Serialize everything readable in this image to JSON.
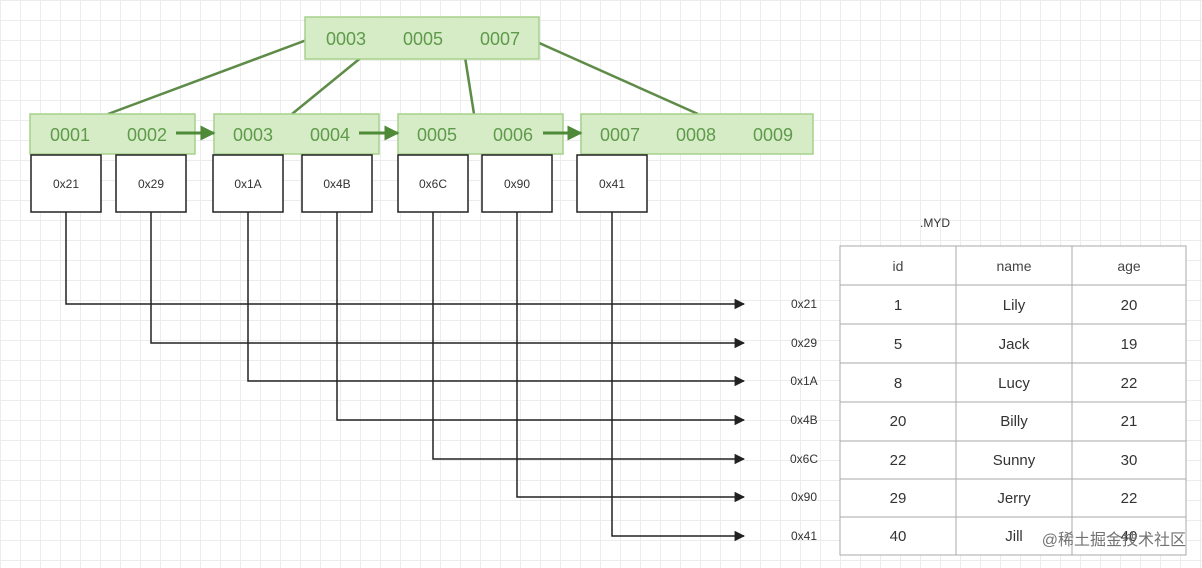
{
  "root_node": {
    "keys": [
      "0003",
      "0005",
      "0007"
    ]
  },
  "leaf_nodes": [
    {
      "keys": [
        "0001",
        "0002"
      ],
      "pointers": [
        "0x21",
        "0x29"
      ]
    },
    {
      "keys": [
        "0003",
        "0004"
      ],
      "pointers": [
        "0x1A",
        "0x4B"
      ]
    },
    {
      "keys": [
        "0005",
        "0006"
      ],
      "pointers": [
        "0x6C",
        "0x90"
      ]
    },
    {
      "keys": [
        "0007",
        "0008",
        "0009"
      ],
      "pointers": [
        "0x41"
      ]
    }
  ],
  "row_addresses": [
    "0x21",
    "0x29",
    "0x1A",
    "0x4B",
    "0x6C",
    "0x90",
    "0x41"
  ],
  "data_file_label": ".MYD",
  "table": {
    "columns": [
      "id",
      "name",
      "age"
    ],
    "rows": [
      [
        "1",
        "Lily",
        "20"
      ],
      [
        "5",
        "Jack",
        "19"
      ],
      [
        "8",
        "Lucy",
        "22"
      ],
      [
        "20",
        "Billy",
        "21"
      ],
      [
        "22",
        "Sunny",
        "30"
      ],
      [
        "29",
        "Jerry",
        "22"
      ],
      [
        "40",
        "Jill",
        "40"
      ]
    ]
  },
  "watermark": "@稀土掘金技术社区",
  "colors": {
    "node_fill": "#d5ecc7",
    "node_border": "#a6d08c",
    "key_text": "#5f9a4a",
    "tree_line": "#5e8c48"
  }
}
